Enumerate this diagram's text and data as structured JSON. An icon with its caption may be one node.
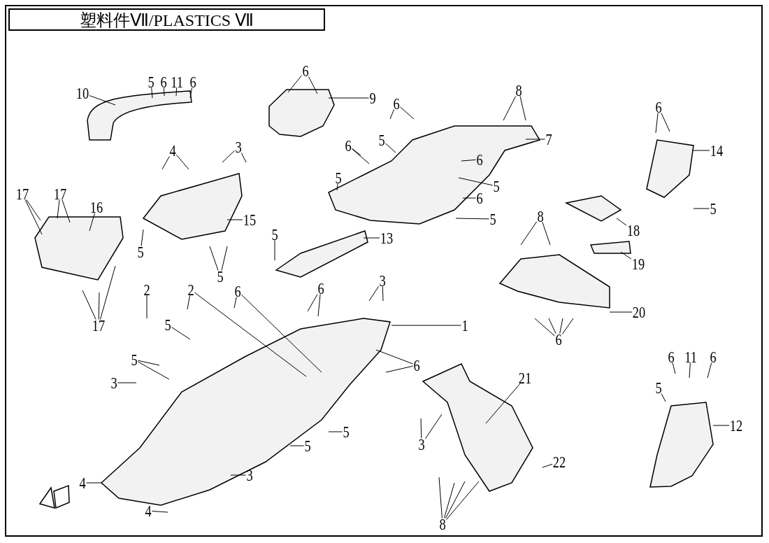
{
  "diagram": {
    "title": "塑料件Ⅶ/PLASTICS Ⅶ",
    "nodes": [
      {
        "text": [
          "5"
        ]
      },
      {
        "text": [
          "6"
        ]
      },
      {
        "text": [
          "11"
        ]
      },
      {
        "text": [
          "6"
        ]
      },
      {
        "text": [
          "10"
        ]
      },
      {
        "text": [
          "6"
        ]
      },
      {
        "text": [
          "9"
        ]
      },
      {
        "text": [
          "6"
        ]
      },
      {
        "text": [
          "8"
        ]
      },
      {
        "text": [
          "7"
        ]
      },
      {
        "text": [
          "6"
        ]
      },
      {
        "text": [
          "5"
        ]
      },
      {
        "text": [
          "5"
        ]
      },
      {
        "text": [
          "6"
        ]
      },
      {
        "text": [
          "5"
        ]
      },
      {
        "text": [
          "6"
        ]
      },
      {
        "text": [
          "5"
        ]
      },
      {
        "text": [
          "6"
        ]
      },
      {
        "text": [
          "14"
        ]
      },
      {
        "text": [
          "5"
        ]
      },
      {
        "text": [
          "4"
        ]
      },
      {
        "text": [
          "3"
        ]
      },
      {
        "text": [
          "15"
        ]
      },
      {
        "text": [
          "5"
        ]
      },
      {
        "text": [
          "5"
        ]
      },
      {
        "text": [
          "17"
        ]
      },
      {
        "text": [
          "17"
        ]
      },
      {
        "text": [
          "16"
        ]
      },
      {
        "text": [
          "17"
        ]
      },
      {
        "text": [
          "6"
        ]
      },
      {
        "text": [
          "5"
        ]
      },
      {
        "text": [
          "13"
        ]
      },
      {
        "text": [
          "8"
        ]
      },
      {
        "text": [
          "18"
        ]
      },
      {
        "text": [
          "19"
        ]
      },
      {
        "text": [
          "20"
        ]
      },
      {
        "text": [
          "6"
        ]
      },
      {
        "text": [
          "2"
        ]
      },
      {
        "text": [
          "2"
        ]
      },
      {
        "text": [
          "6"
        ]
      },
      {
        "text": [
          "5"
        ]
      },
      {
        "text": [
          "5"
        ]
      },
      {
        "text": [
          "3"
        ]
      },
      {
        "text": [
          "1"
        ]
      },
      {
        "text": [
          "6"
        ]
      },
      {
        "text": [
          "5"
        ]
      },
      {
        "text": [
          "5"
        ]
      },
      {
        "text": [
          "3"
        ]
      },
      {
        "text": [
          "3"
        ]
      },
      {
        "text": [
          "4"
        ]
      },
      {
        "text": [
          "4"
        ]
      },
      {
        "text": [
          "21"
        ]
      },
      {
        "text": [
          "3"
        ]
      },
      {
        "text": [
          "22"
        ]
      },
      {
        "text": [
          "8"
        ]
      },
      {
        "text": [
          "6"
        ]
      },
      {
        "text": [
          "11"
        ]
      },
      {
        "text": [
          "6"
        ]
      },
      {
        "text": [
          "5"
        ]
      },
      {
        "text": [
          "12"
        ]
      }
    ],
    "edges": [
      {
        "from": 0,
        "to": null,
        "arrow": "none"
      },
      {
        "from": 1,
        "to": null,
        "arrow": "none"
      },
      {
        "from": 2,
        "to": null,
        "arrow": "none"
      },
      {
        "from": 3,
        "to": null,
        "arrow": "none"
      },
      {
        "from": 4,
        "to": null,
        "arrow": "none"
      },
      {
        "from": 5,
        "to": null,
        "arrow": "none"
      },
      {
        "from": 5,
        "to": null,
        "arrow": "none"
      },
      {
        "from": 6,
        "to": null,
        "arrow": "none"
      },
      {
        "from": 7,
        "to": null,
        "arrow": "none"
      },
      {
        "from": 7,
        "to": null,
        "arrow": "none"
      },
      {
        "from": 8,
        "to": null,
        "arrow": "none"
      },
      {
        "from": 8,
        "to": null,
        "arrow": "none"
      },
      {
        "from": 9,
        "to": null,
        "arrow": "none"
      },
      {
        "from": 10,
        "to": null,
        "arrow": "none"
      },
      {
        "from": 10,
        "to": null,
        "arrow": "none"
      },
      {
        "from": 11,
        "to": null,
        "arrow": "none"
      },
      {
        "from": 12,
        "to": null,
        "arrow": "none"
      },
      {
        "from": 13,
        "to": null,
        "arrow": "none"
      },
      {
        "from": 14,
        "to": null,
        "arrow": "none"
      },
      {
        "from": 15,
        "to": null,
        "arrow": "none"
      },
      {
        "from": 16,
        "to": null,
        "arrow": "none"
      },
      {
        "from": 17,
        "to": null,
        "arrow": "none"
      },
      {
        "from": 17,
        "to": null,
        "arrow": "none"
      },
      {
        "from": 18,
        "to": null,
        "arrow": "none"
      },
      {
        "from": 19,
        "to": null,
        "arrow": "none"
      },
      {
        "from": 20,
        "to": null,
        "arrow": "none"
      },
      {
        "from": 20,
        "to": null,
        "arrow": "none"
      },
      {
        "from": 21,
        "to": null,
        "arrow": "none"
      },
      {
        "from": 21,
        "to": null,
        "arrow": "none"
      },
      {
        "from": 22,
        "to": null,
        "arrow": "none"
      },
      {
        "from": 23,
        "to": null,
        "arrow": "none"
      },
      {
        "from": 24,
        "to": null,
        "arrow": "none"
      },
      {
        "from": 24,
        "to": null,
        "arrow": "none"
      },
      {
        "from": 25,
        "to": null,
        "arrow": "none"
      },
      {
        "from": 25,
        "to": null,
        "arrow": "none"
      },
      {
        "from": 26,
        "to": null,
        "arrow": "none"
      },
      {
        "from": 26,
        "to": null,
        "arrow": "none"
      },
      {
        "from": 27,
        "to": null,
        "arrow": "none"
      },
      {
        "from": 28,
        "to": null,
        "arrow": "none"
      },
      {
        "from": 28,
        "to": null,
        "arrow": "none"
      },
      {
        "from": 28,
        "to": null,
        "arrow": "none"
      },
      {
        "from": 29,
        "to": null,
        "arrow": "none"
      },
      {
        "from": 29,
        "to": null,
        "arrow": "none"
      },
      {
        "from": 30,
        "to": null,
        "arrow": "none"
      },
      {
        "from": 31,
        "to": null,
        "arrow": "none"
      },
      {
        "from": 32,
        "to": null,
        "arrow": "none"
      },
      {
        "from": 32,
        "to": null,
        "arrow": "none"
      },
      {
        "from": 33,
        "to": null,
        "arrow": "none"
      },
      {
        "from": 34,
        "to": null,
        "arrow": "none"
      },
      {
        "from": 35,
        "to": null,
        "arrow": "none"
      },
      {
        "from": 36,
        "to": null,
        "arrow": "none"
      },
      {
        "from": 36,
        "to": null,
        "arrow": "none"
      },
      {
        "from": 36,
        "to": null,
        "arrow": "none"
      },
      {
        "from": 36,
        "to": null,
        "arrow": "none"
      },
      {
        "from": 37,
        "to": null,
        "arrow": "none"
      },
      {
        "from": 38,
        "to": null,
        "arrow": "none"
      },
      {
        "from": 38,
        "to": null,
        "arrow": "none"
      },
      {
        "from": 39,
        "to": null,
        "arrow": "none"
      },
      {
        "from": 39,
        "to": null,
        "arrow": "none"
      },
      {
        "from": 40,
        "to": null,
        "arrow": "none"
      },
      {
        "from": 41,
        "to": null,
        "arrow": "none"
      },
      {
        "from": 41,
        "to": null,
        "arrow": "none"
      },
      {
        "from": 42,
        "to": null,
        "arrow": "none"
      },
      {
        "from": 42,
        "to": null,
        "arrow": "none"
      },
      {
        "from": 43,
        "to": null,
        "arrow": "none"
      },
      {
        "from": 44,
        "to": null,
        "arrow": "none"
      },
      {
        "from": 44,
        "to": null,
        "arrow": "none"
      },
      {
        "from": 45,
        "to": null,
        "arrow": "none"
      },
      {
        "from": 46,
        "to": null,
        "arrow": "none"
      },
      {
        "from": 47,
        "to": null,
        "arrow": "none"
      },
      {
        "from": 48,
        "to": null,
        "arrow": "none"
      },
      {
        "from": 49,
        "to": null,
        "arrow": "none"
      },
      {
        "from": 50,
        "to": null,
        "arrow": "none"
      },
      {
        "from": 51,
        "to": null,
        "arrow": "none"
      },
      {
        "from": 52,
        "to": null,
        "arrow": "none"
      },
      {
        "from": 52,
        "to": null,
        "arrow": "none"
      },
      {
        "from": 53,
        "to": null,
        "arrow": "none"
      },
      {
        "from": 54,
        "to": null,
        "arrow": "none"
      },
      {
        "from": 54,
        "to": null,
        "arrow": "none"
      },
      {
        "from": 54,
        "to": null,
        "arrow": "none"
      },
      {
        "from": 54,
        "to": null,
        "arrow": "none"
      },
      {
        "from": 55,
        "to": null,
        "arrow": "none"
      },
      {
        "from": 56,
        "to": null,
        "arrow": "none"
      },
      {
        "from": 57,
        "to": null,
        "arrow": "none"
      },
      {
        "from": 58,
        "to": null,
        "arrow": "none"
      },
      {
        "from": 59,
        "to": null,
        "arrow": "none"
      }
    ]
  }
}
